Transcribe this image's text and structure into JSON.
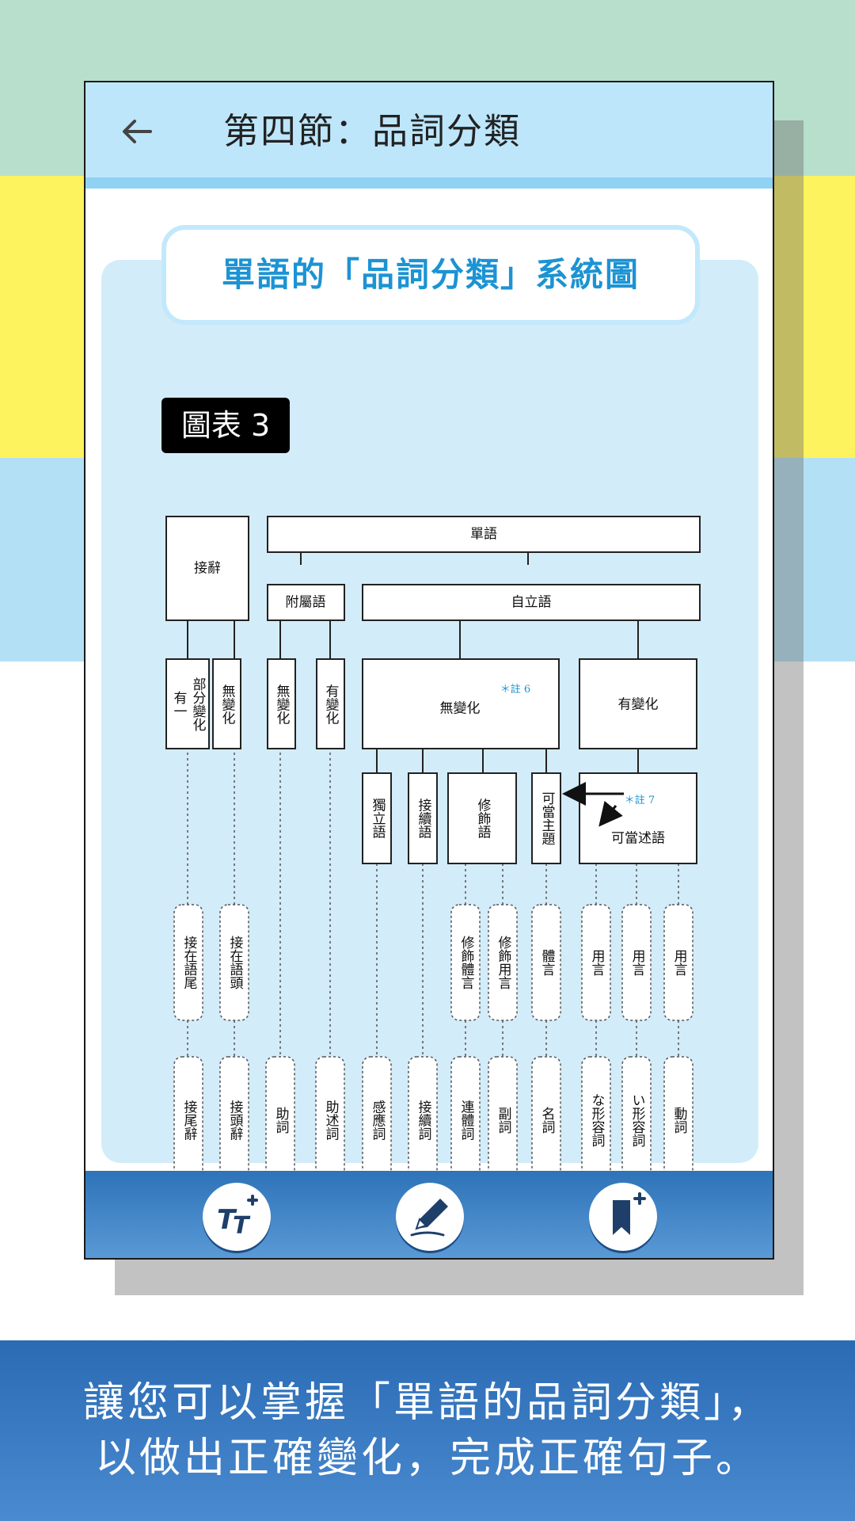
{
  "header": {
    "title": "第四節：品詞分類",
    "back_icon": "arrow-left-icon"
  },
  "content": {
    "title": "單語的「品詞分類」系統圖",
    "chart_label": "圖表 3",
    "diagram": {
      "root": "單語",
      "affix": "接辭",
      "dependent": "附屬語",
      "independent": "自立語",
      "no_inflection": "無變化",
      "has_inflection": "有變化",
      "note6": "＊註 6",
      "note7": "＊註 7",
      "affix_partial": "有一部分變化",
      "affix_none": "無變化",
      "dep_none": "無變化",
      "dep_has": "有變化",
      "ind_standalone": "獨立語",
      "ind_conjunctive": "接續語",
      "ind_modifier": "修飾語",
      "ind_subject": "可當主題",
      "ind_predicate": "可當述語",
      "role_suffix_pos": "接在語尾",
      "role_prefix_pos": "接在語頭",
      "role_mod_noun": "修飾體言",
      "role_mod_verb": "修飾用言",
      "role_substantive": "體言",
      "role_predicate_1": "用言",
      "role_predicate_2": "用言",
      "role_predicate_3": "用言",
      "pos_suffix": "接尾辭",
      "pos_prefix": "接頭辭",
      "pos_particle": "助詞",
      "pos_aux": "助述詞",
      "pos_interjection": "感應詞",
      "pos_conjunction": "接續詞",
      "pos_adnominal": "連體詞",
      "pos_adverb": "副詞",
      "pos_noun": "名詞",
      "pos_na_adj": "な形容詞",
      "pos_i_adj": "い形容詞",
      "pos_verb": "動詞"
    }
  },
  "toolbar": {
    "text_size_icon": "text-size-plus-icon",
    "pen_icon": "pencil-icon",
    "bookmark_icon": "bookmark-plus-icon"
  },
  "footer": {
    "line1": "讓您可以掌握「單語的品詞分類」，",
    "line2": "以做出正確變化，完成正確句子。"
  },
  "colors": {
    "header_bg": "#bde6fb",
    "title_accent": "#1c93d3",
    "panel_bg": "#d3ecf9",
    "toolbar_bg": "#3a7ec2",
    "footer_bg": "#3579c0"
  }
}
